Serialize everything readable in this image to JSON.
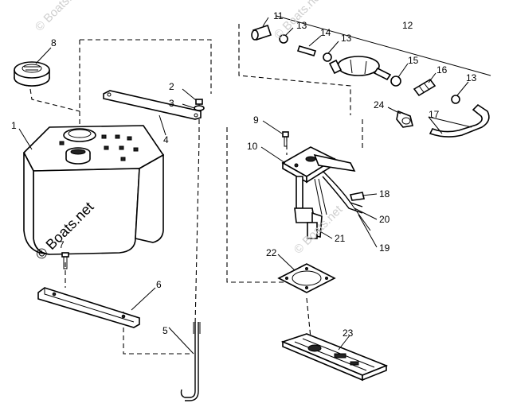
{
  "callouts": {
    "c1": "1",
    "c2": "2",
    "c3": "3",
    "c4": "4",
    "c5": "5",
    "c6": "6",
    "c7": "7",
    "c8": "8",
    "c9": "9",
    "c10": "10",
    "c11": "11",
    "c12": "12",
    "c13a": "13",
    "c13b": "13",
    "c13c": "13",
    "c14": "14",
    "c15": "15",
    "c16": "16",
    "c17": "17",
    "c18": "18",
    "c19": "19",
    "c20": "20",
    "c21": "21",
    "c22": "22",
    "c23": "23",
    "c24": "24"
  },
  "watermark": {
    "main": "© Boats.net",
    "faint_top": "© Boats.net",
    "faint_top2": "© Boats.net",
    "faint_mid": "© Boats.net"
  }
}
